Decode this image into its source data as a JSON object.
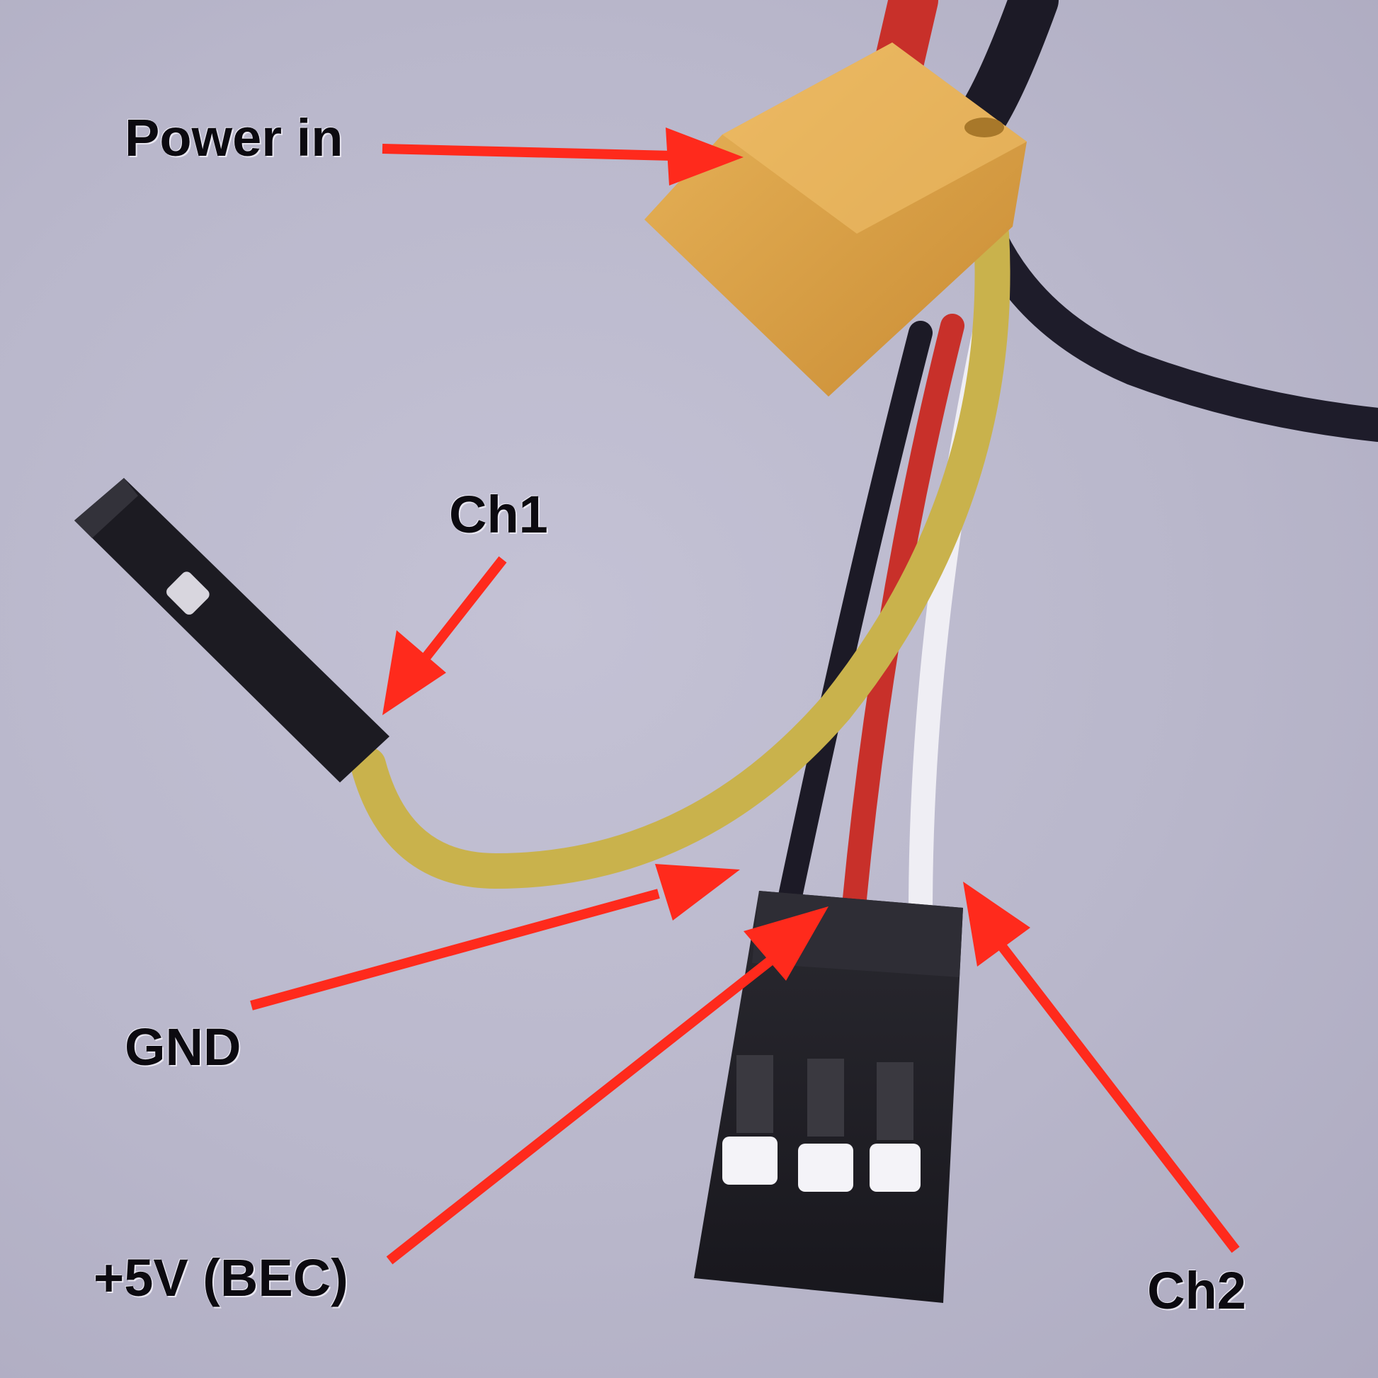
{
  "labels": {
    "power_in": "Power in",
    "ch1": "Ch1",
    "gnd": "GND",
    "bec": "+5V (BEC)",
    "ch2": "Ch2"
  },
  "colors": {
    "background": "#b9b7cb",
    "arrow": "#ff2a1c",
    "connector_yellow": "#e0a84a",
    "wire_yellow": "#c9b24c",
    "wire_red": "#c8302a",
    "wire_black": "#1c1a26",
    "header_black": "#1e1d24"
  },
  "icons": {
    "arrows": "red-arrow-icon",
    "connector": "xt-power-connector"
  }
}
